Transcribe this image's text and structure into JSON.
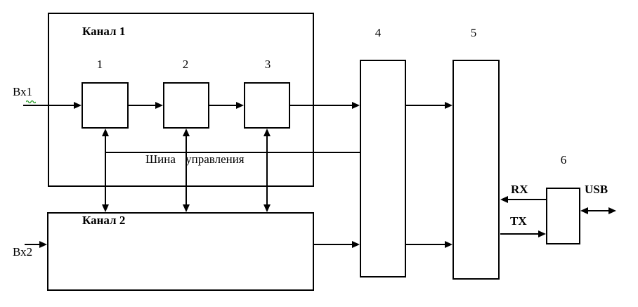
{
  "labels": {
    "channel1": "Канал 1",
    "channel2": "Канал 2",
    "block1": "1",
    "block2": "2",
    "block3": "3",
    "block4": "4",
    "block5": "5",
    "block6": "6",
    "bus": "Шина управления",
    "input1": "Вх1",
    "input2": "Вх2",
    "rx": "RX",
    "tx": "TX",
    "usb": "USB"
  },
  "colors": {
    "line": "#000000",
    "background": "#ffffff",
    "spellcheck_underline": "#2e9e2e"
  }
}
